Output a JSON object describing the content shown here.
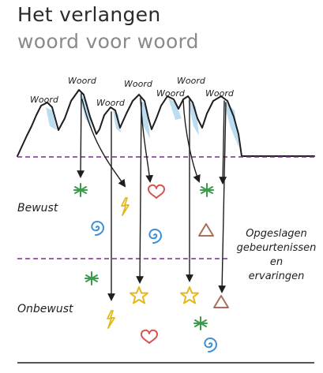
{
  "title": {
    "line1": "Het verlangen",
    "line2": "woord voor woord"
  },
  "peak_labels": [
    "Woord",
    "Woord",
    "Woord",
    "Woord",
    "Woord",
    "Woord",
    "Woord"
  ],
  "zones": {
    "conscious": "Bewust",
    "unconscious": "Onbewust"
  },
  "stored": {
    "line1": "Opgeslagen",
    "line2": "gebeurtenissen",
    "line3": "en",
    "line4": "ervaringen"
  },
  "colors": {
    "ink": "#1e1e1e",
    "divider": "#7b2d8e",
    "heart": "#d9534f",
    "star": "#e3b81c",
    "asterisk": "#3a9b4c",
    "spiral": "#3b8fd9",
    "triangle": "#a8705a",
    "lightning": "#e3b81c",
    "snow": "#bcdcf0"
  },
  "icons": [
    "heart-icon",
    "star-icon",
    "asterisk-icon",
    "spiral-icon",
    "triangle-icon",
    "lightning-icon"
  ]
}
